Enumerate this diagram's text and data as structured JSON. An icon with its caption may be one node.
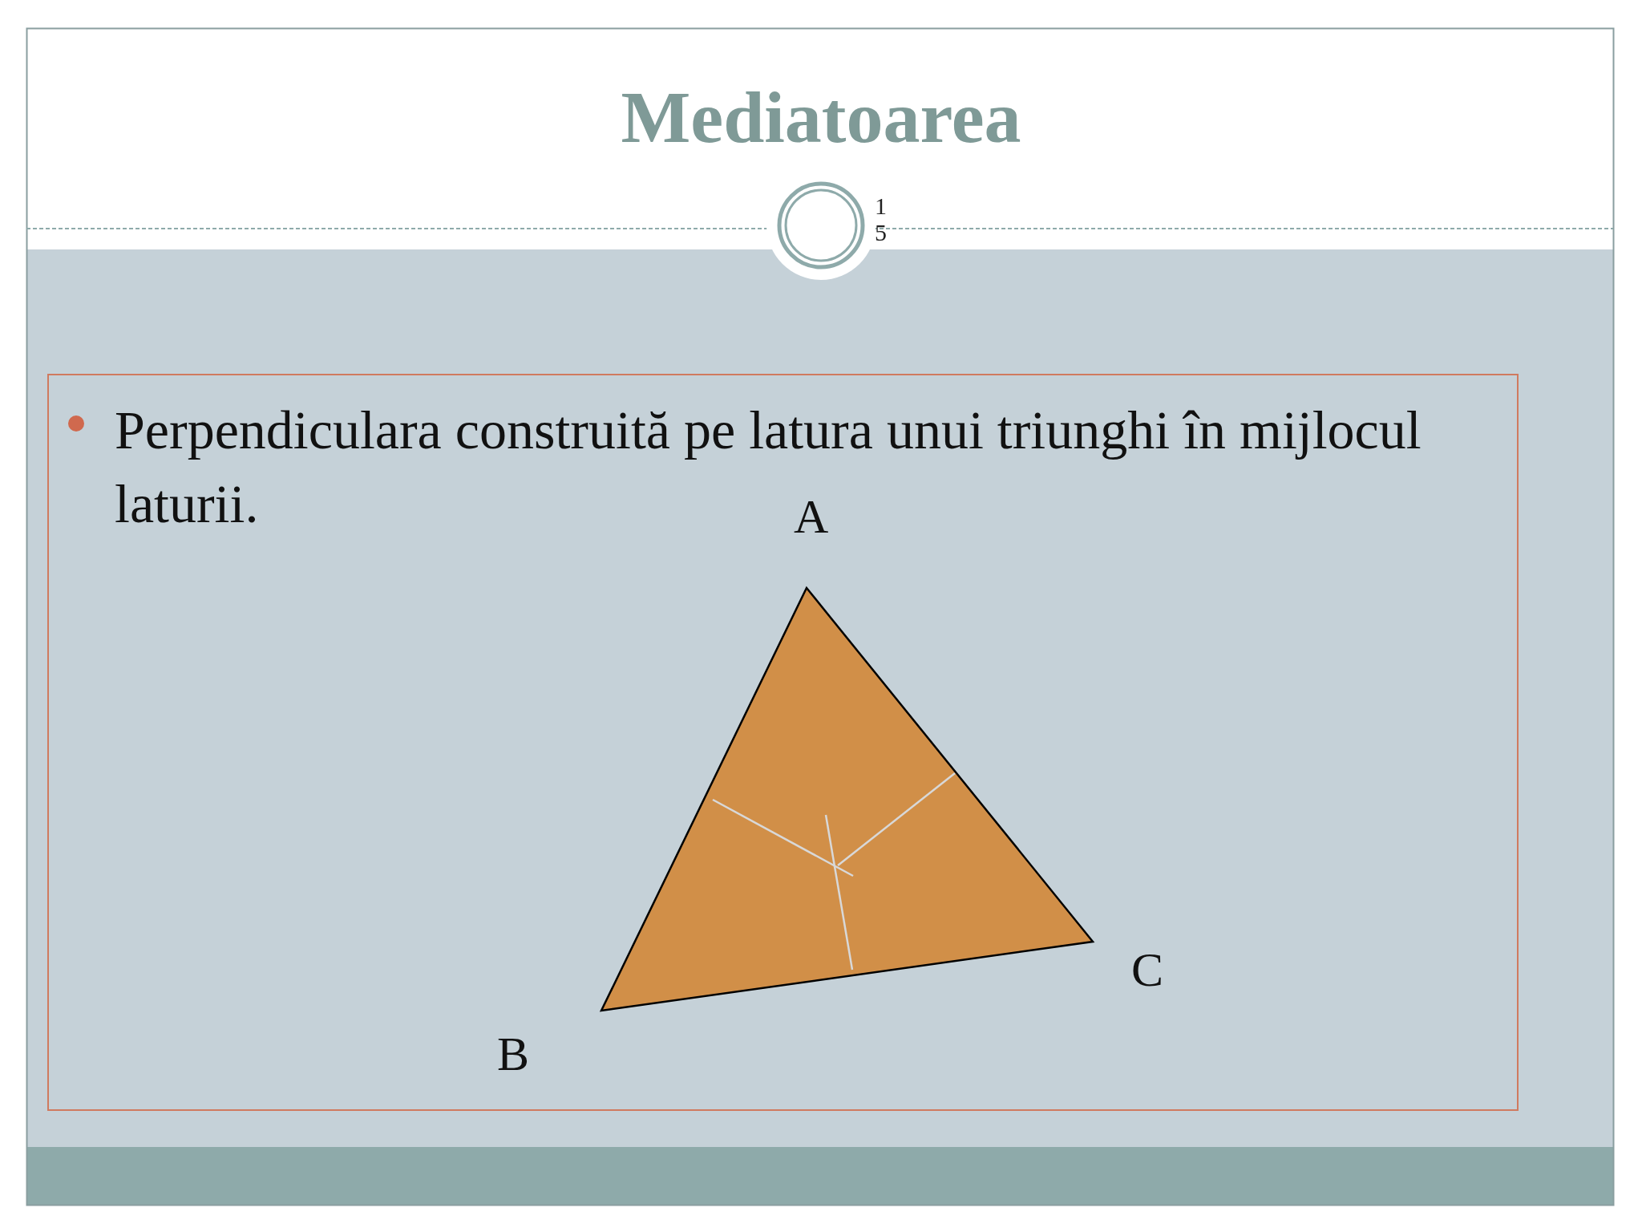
{
  "diagram": {
    "title": "Mediatoarea",
    "nodes": [
      {
        "text": [
          "Perpendiculara construită pe latura unui triunghi în mijlocul laturii."
        ]
      }
    ],
    "labels": [
      "15",
      "A",
      "B",
      "C"
    ]
  }
}
